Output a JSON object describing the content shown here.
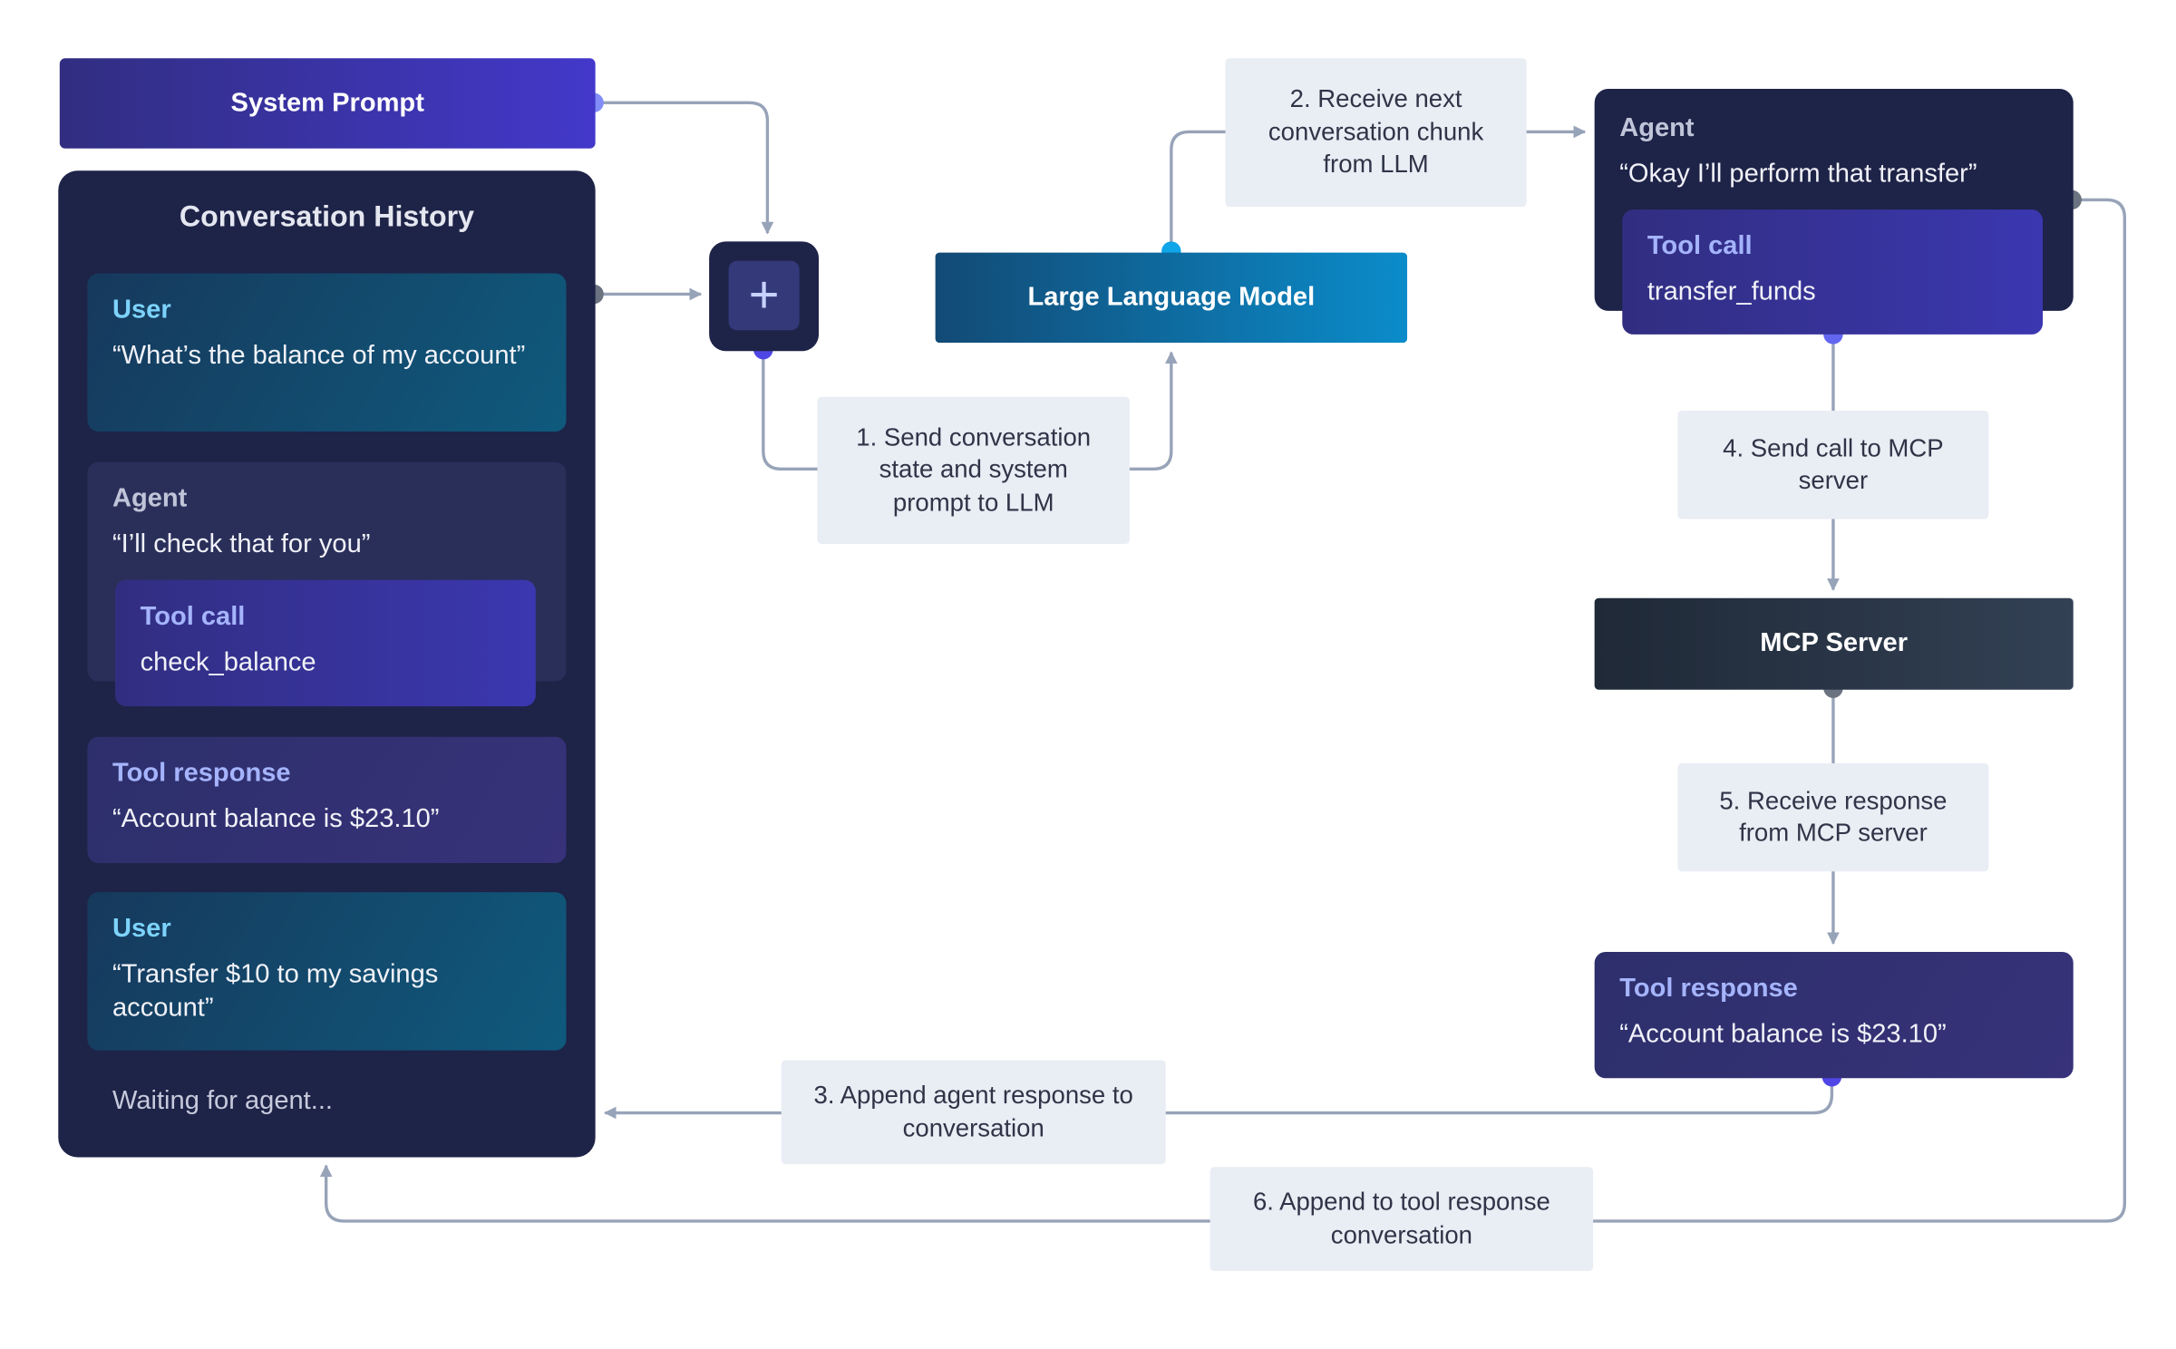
{
  "system_prompt": "System Prompt",
  "history": {
    "title": "Conversation History",
    "user1": {
      "label": "User",
      "text": "“What’s the balance of my account”"
    },
    "agent1": {
      "label": "Agent",
      "text": "“I’ll check that for you”",
      "tool_label": "Tool call",
      "tool_text": "check_balance"
    },
    "tool_response": {
      "label": "Tool response",
      "text": "“Account balance is $23.10”"
    },
    "user2": {
      "label": "User",
      "text": "“Transfer $10 to my savings account”"
    },
    "waiting": "Waiting for agent..."
  },
  "merge_symbol": "+",
  "llm": "Large Language Model",
  "steps": {
    "s1": "1. Send conversation state and system prompt to LLM",
    "s2": "2. Receive next conversation chunk from LLM",
    "s3": "3. Append agent response to conversation",
    "s4": "4. Send call to MCP server",
    "s5": "5. Receive response from MCP server",
    "s6": "6. Append to tool response conversation"
  },
  "agent_right": {
    "label": "Agent",
    "text": "“Okay I’ll perform that transfer”",
    "tool_label": "Tool call",
    "tool_text": "transfer_funds"
  },
  "mcp": "MCP Server",
  "tool_response_right": {
    "label": "Tool response",
    "text": "“Account balance is $23.10”"
  },
  "colors": {
    "wire": "#97a3b8",
    "dot_indigo": "#4f46e5",
    "dot_light_indigo": "#818cf8",
    "dot_sky": "#0ea5e9",
    "dot_gray": "#6b7280"
  }
}
